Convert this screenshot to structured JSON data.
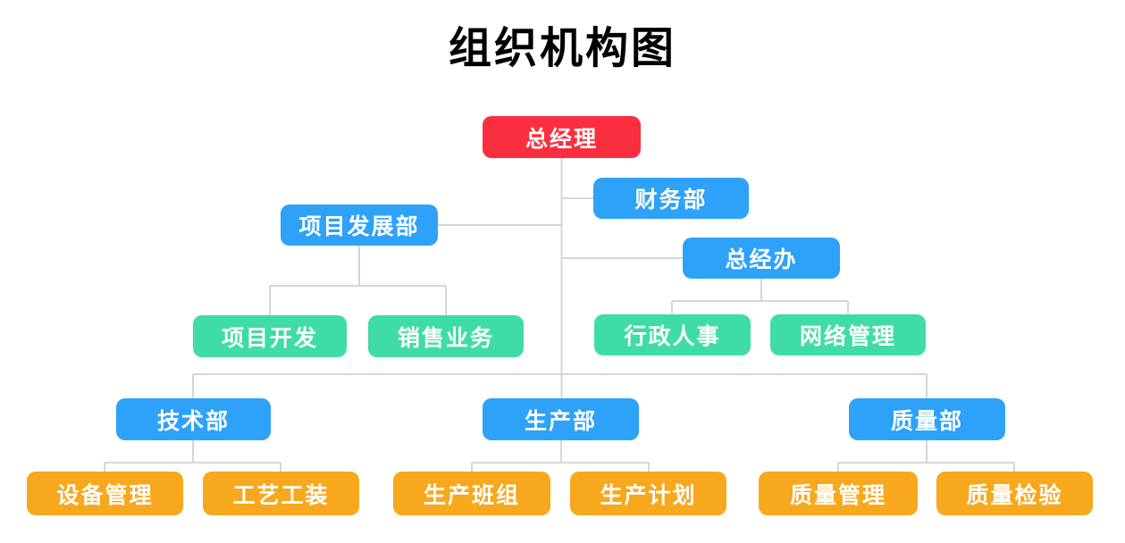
{
  "title": "组织机构图",
  "colors": {
    "root": "#FA2E3E",
    "department": "#2EA2F8",
    "team": "#3FDCA8",
    "group": "#F8A81C",
    "line": "#D6D6D6",
    "node_text": "#FFFFFF",
    "title_text": "#000000"
  },
  "tree": {
    "label": "总经理",
    "children": [
      {
        "label": "财务部",
        "children": []
      },
      {
        "label": "项目发展部",
        "children": [
          {
            "label": "项目开发"
          },
          {
            "label": "销售业务"
          }
        ]
      },
      {
        "label": "总经办",
        "children": [
          {
            "label": "行政人事"
          },
          {
            "label": "网络管理"
          }
        ]
      },
      {
        "label": "技术部",
        "children": [
          {
            "label": "设备管理"
          },
          {
            "label": "工艺工装"
          }
        ]
      },
      {
        "label": "生产部",
        "children": [
          {
            "label": "生产班组"
          },
          {
            "label": "生产计划"
          }
        ]
      },
      {
        "label": "质量部",
        "children": [
          {
            "label": "质量管理"
          },
          {
            "label": "质量检验"
          }
        ]
      }
    ]
  }
}
